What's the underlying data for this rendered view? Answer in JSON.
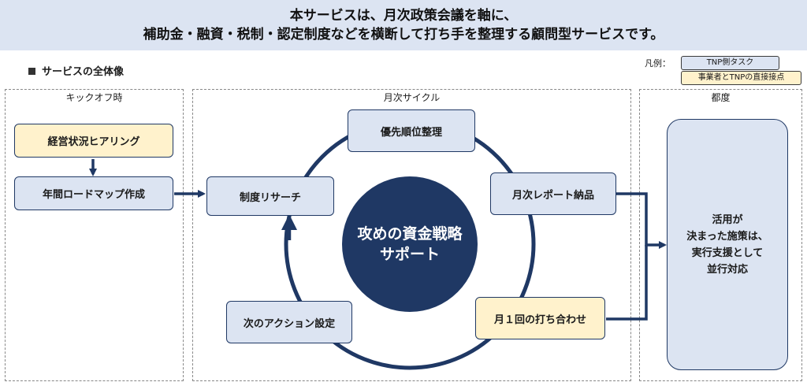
{
  "header": {
    "line1": "本サービスは、月次政策会議を軸に、",
    "line2": "補助金・融資・税制・認定制度などを横断して打ち手を整理する顧問型サービスです。"
  },
  "section_title": "サービスの全体像",
  "legend": {
    "label": "凡例：",
    "tnp_task": "TNP側タスク",
    "direct_contact": "事業者とTNPの直接接点"
  },
  "panels": {
    "kickoff": "キックオフ時",
    "monthly": "月次サイクル",
    "ad_hoc": "都度"
  },
  "kickoff_steps": {
    "hearing": "経営状況ヒアリング",
    "roadmap": "年間ロードマップ作成"
  },
  "cycle": {
    "research": "制度リサーチ",
    "priority": "優先順位整理",
    "report": "月次レポート納品",
    "meeting": "月１回の打ち合わせ",
    "next_action": "次のアクション設定"
  },
  "center": {
    "line1": "攻めの資金戦略",
    "line2": "サポート"
  },
  "ad_hoc_box": {
    "line1": "活用が",
    "line2": "決まった施策は、",
    "line3": "実行支援として",
    "line4": "並行対応"
  },
  "colors": {
    "navy": "#1f3864",
    "task_fill": "#dce4f2",
    "contact_fill": "#fff2cc",
    "banner_fill": "#dce4f2"
  }
}
